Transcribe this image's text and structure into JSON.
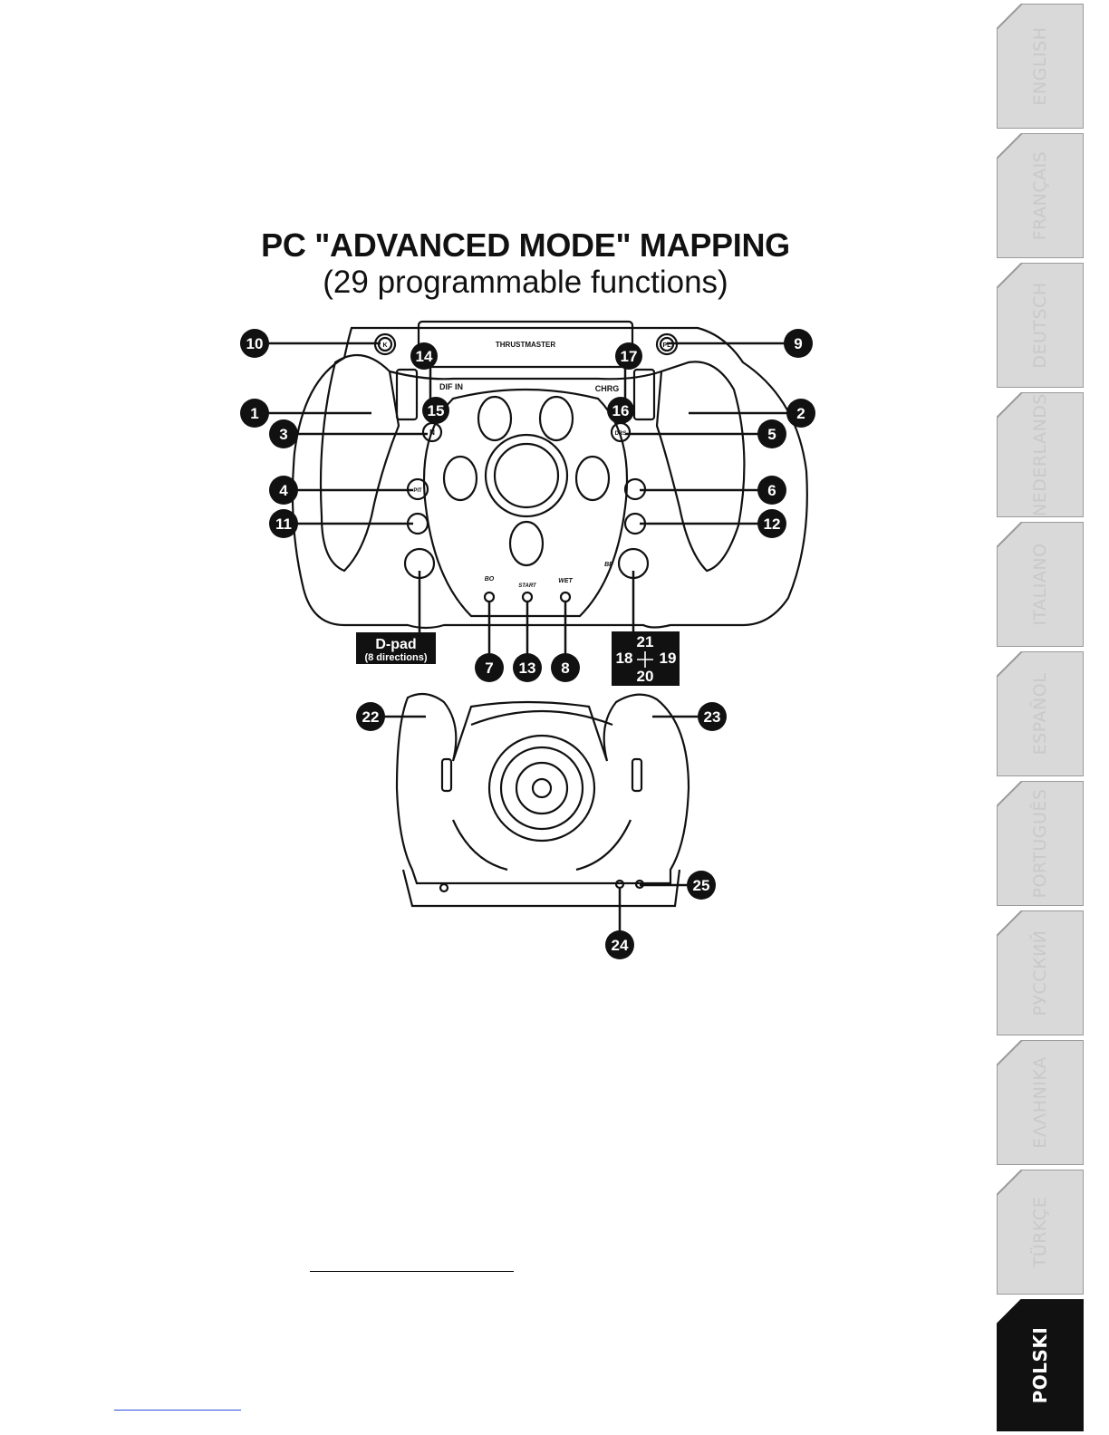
{
  "heading": {
    "title": "PC \"ADVANCED MODE\" MAPPING",
    "subtitle": "(29 programmable functions)"
  },
  "wheel": {
    "brand": "THRUSTMASTER",
    "paddle_left": "DIF IN",
    "paddle_right": "CHRG",
    "btn_n": "N",
    "btn_drs": "DRS",
    "btn_pit": "PIT",
    "btn_pl": "PL",
    "btn_k": "K",
    "knob_bo": "BO",
    "knob_start": "START",
    "knob_wet": "WET",
    "knob_bp": "BP",
    "dpad_title": "D-pad",
    "dpad_sub": "(8 directions)",
    "dpad_21": "21",
    "dpad_18": "18",
    "dpad_19": "19",
    "dpad_20": "20"
  },
  "callouts": {
    "n1": "1",
    "n2": "2",
    "n3": "3",
    "n4": "4",
    "n5": "5",
    "n6": "6",
    "n7": "7",
    "n8": "8",
    "n9": "9",
    "n10": "10",
    "n11": "11",
    "n12": "12",
    "n13": "13",
    "n14": "14",
    "n15": "15",
    "n16": "16",
    "n17": "17",
    "n22": "22",
    "n23": "23",
    "n24": "24",
    "n25": "25"
  },
  "language_tabs": [
    {
      "label": "ENGLISH",
      "active": false
    },
    {
      "label": "FRANÇAIS",
      "active": false
    },
    {
      "label": "DEUTSCH",
      "active": false
    },
    {
      "label": "NEDERLANDS",
      "active": false
    },
    {
      "label": "ITALIANO",
      "active": false
    },
    {
      "label": "ESPAÑOL",
      "active": false
    },
    {
      "label": "PORTUGUÊS",
      "active": false
    },
    {
      "label": "РУССКИЙ",
      "active": false
    },
    {
      "label": "ΕΛΛΗΝΙΚΑ",
      "active": false
    },
    {
      "label": "TÜRKÇE",
      "active": false
    },
    {
      "label": "POLSKI",
      "active": true
    }
  ],
  "colors": {
    "tab_bg": "#d9d9d9",
    "tab_active_bg": "#111111",
    "tab_text": "#c9c9c9",
    "link_rule": "#2a4cd6"
  }
}
